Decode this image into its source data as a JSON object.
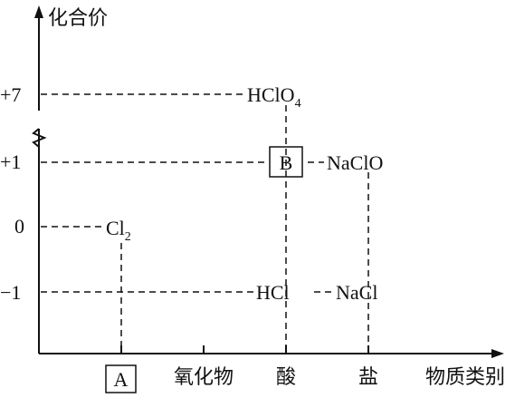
{
  "y_axis": {
    "title": "化合价",
    "levels": [
      "+7",
      "+1",
      "0",
      "−1"
    ]
  },
  "x_axis": {
    "title": "物质类别",
    "categories": [
      "A",
      "氧化物",
      "酸",
      "盐"
    ]
  },
  "species": {
    "cl2": {
      "base": "Cl",
      "sub": "2"
    },
    "hclo4": {
      "base": "HClO",
      "sub": "4"
    },
    "b_box": "B",
    "naclo": "NaClO",
    "hcl": "HCl",
    "nacl": "NaCl"
  }
}
